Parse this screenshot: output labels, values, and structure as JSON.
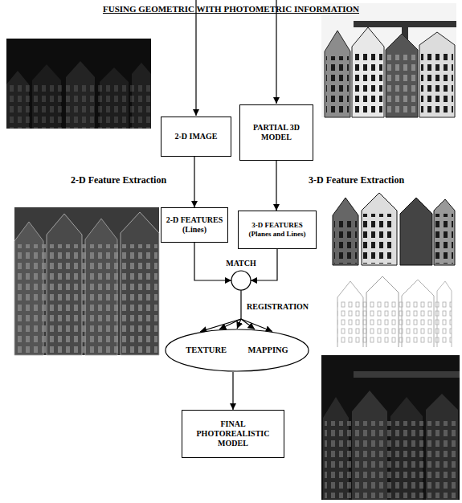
{
  "diagram": {
    "title": "FUSING GEOMETRIC WITH PHOTOMETRIC INFORMATION",
    "nodes": [
      {
        "text": [
          "2-D IMAGE"
        ]
      },
      {
        "text": [
          "PARTIAL 3D MODEL"
        ]
      },
      {
        "text": [
          "2-D FEATURES (Lines)"
        ]
      },
      {
        "text": [
          "3-D FEATURES (Planes and Lines)"
        ]
      },
      {
        "text": [
          "MATCH"
        ]
      },
      {
        "text": [
          "TEXTURE MAPPING"
        ]
      },
      {
        "text": [
          "FINAL PHOTOREALISTIC MODEL"
        ]
      }
    ],
    "edges": [
      {
        "from": 0,
        "to": 2,
        "arrow": "to"
      },
      {
        "from": 1,
        "to": 3,
        "arrow": "to"
      },
      {
        "from": 2,
        "to": 4,
        "arrow": "to"
      },
      {
        "from": 3,
        "to": 4,
        "arrow": "to"
      },
      {
        "from": 4,
        "to": 5,
        "arrow": "to"
      },
      {
        "from": 5,
        "to": 6,
        "arrow": "to"
      }
    ],
    "labels": [
      "2-D Feature Extraction",
      "3-D Feature Extraction",
      "REGISTRATION"
    ]
  }
}
